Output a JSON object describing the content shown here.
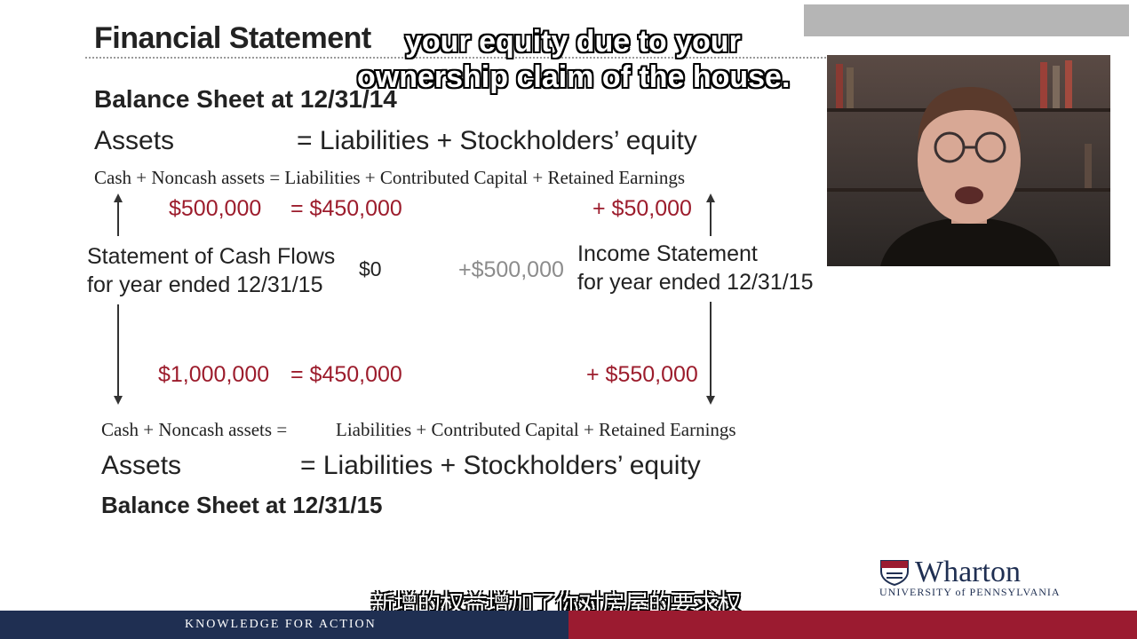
{
  "slide": {
    "title": "Financial Statement",
    "top_heading": "Balance Sheet at 12/31/14",
    "top_equation": {
      "left": "Assets",
      "right": "= Liabilities + Stockholders’ equity"
    },
    "top_detail": "Cash + Noncash assets = Liabilities + Contributed Capital + Retained Earnings",
    "row_2014": {
      "cash": "$500,000",
      "liabilities": "= $450,000",
      "retained": "+ $50,000"
    },
    "cash_flows": {
      "line1": "Statement of Cash Flows",
      "line2": "for year ended 12/31/15",
      "value": "$0"
    },
    "income": {
      "value": "+$500,000",
      "line1": "Income Statement",
      "line2": "for year ended 12/31/15"
    },
    "row_2015": {
      "cash": "$1,000,000",
      "liabilities": "= $450,000",
      "retained": "+ $550,000"
    },
    "bottom_detail_left": "Cash + Noncash assets =",
    "bottom_detail_right": "Liabilities + Contributed Capital + Retained Earnings",
    "bottom_equation": {
      "left": "Assets",
      "right": "= Liabilities + Stockholders’ equity"
    },
    "bottom_heading": "Balance Sheet at 12/31/15"
  },
  "captions": {
    "english_line1": "your equity due to your",
    "english_line2": "ownership claim of the house.",
    "chinese": "新增的权益增加了你对房屋的要求权"
  },
  "branding": {
    "logo_name": "Wharton",
    "logo_subtitle": "UNIVERSITY of PENNSYLVANIA",
    "footer_tagline": "KNOWLEDGE FOR ACTION"
  },
  "colors": {
    "money_red": "#9c1c2c",
    "navy": "#1f2f52",
    "footer_red": "#9b1b30"
  }
}
